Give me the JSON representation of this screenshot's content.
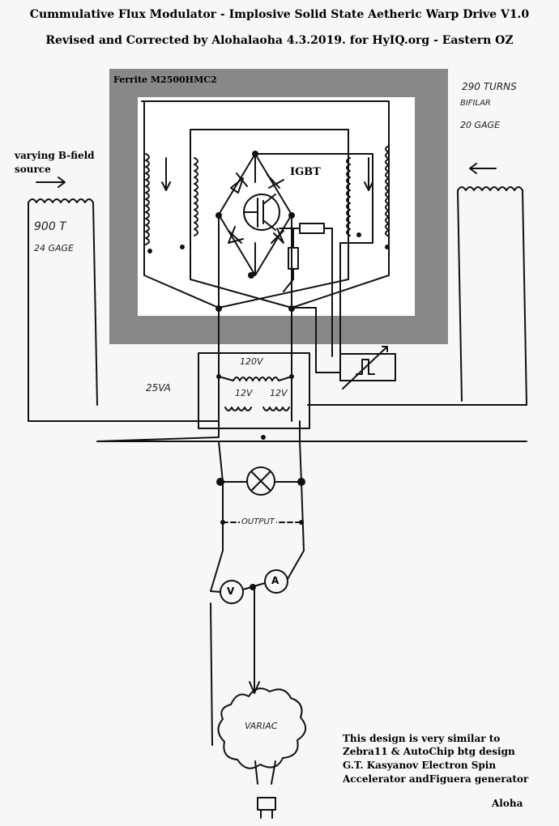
{
  "title": "Cummulative Flux Modulator - Implosive Solid State Aetheric Warp Drive V1.0",
  "subtitle": "Revised and Corrected by Alohalaoha 4.3.2019. for HyIQ.org - Eastern OZ",
  "core_label": "Ferrite M2500HMC2",
  "igbt_label": "IGBT",
  "bfield_label_line1": "varying B-field",
  "bfield_label_line2": "source",
  "right_coil_line1": "290 TURNS",
  "right_coil_line2": "BIFILAR",
  "right_coil_line3": "20 GAGE",
  "left_coil_line1": "900 T",
  "left_coil_line2": "24 GAGE",
  "transformer_primary": "120V",
  "transformer_secondary_a": "12V",
  "transformer_secondary_b": "12V",
  "transformer_rating": "25VA",
  "output_label": "OUTPUT",
  "voltmeter": "V",
  "ammeter": "A",
  "variac_label": "VARIAC",
  "note_line1": "This design is very similar to",
  "note_line2": "Zebra11 & AutoChip btg design",
  "note_line3": "G.T. Kasyanov Electron Spin",
  "note_line4": "Accelerator andFiguera generator",
  "signature": "Aloha",
  "colors": {
    "core": "#888888",
    "ink": "#111111",
    "paper": "#f7f7f7"
  }
}
